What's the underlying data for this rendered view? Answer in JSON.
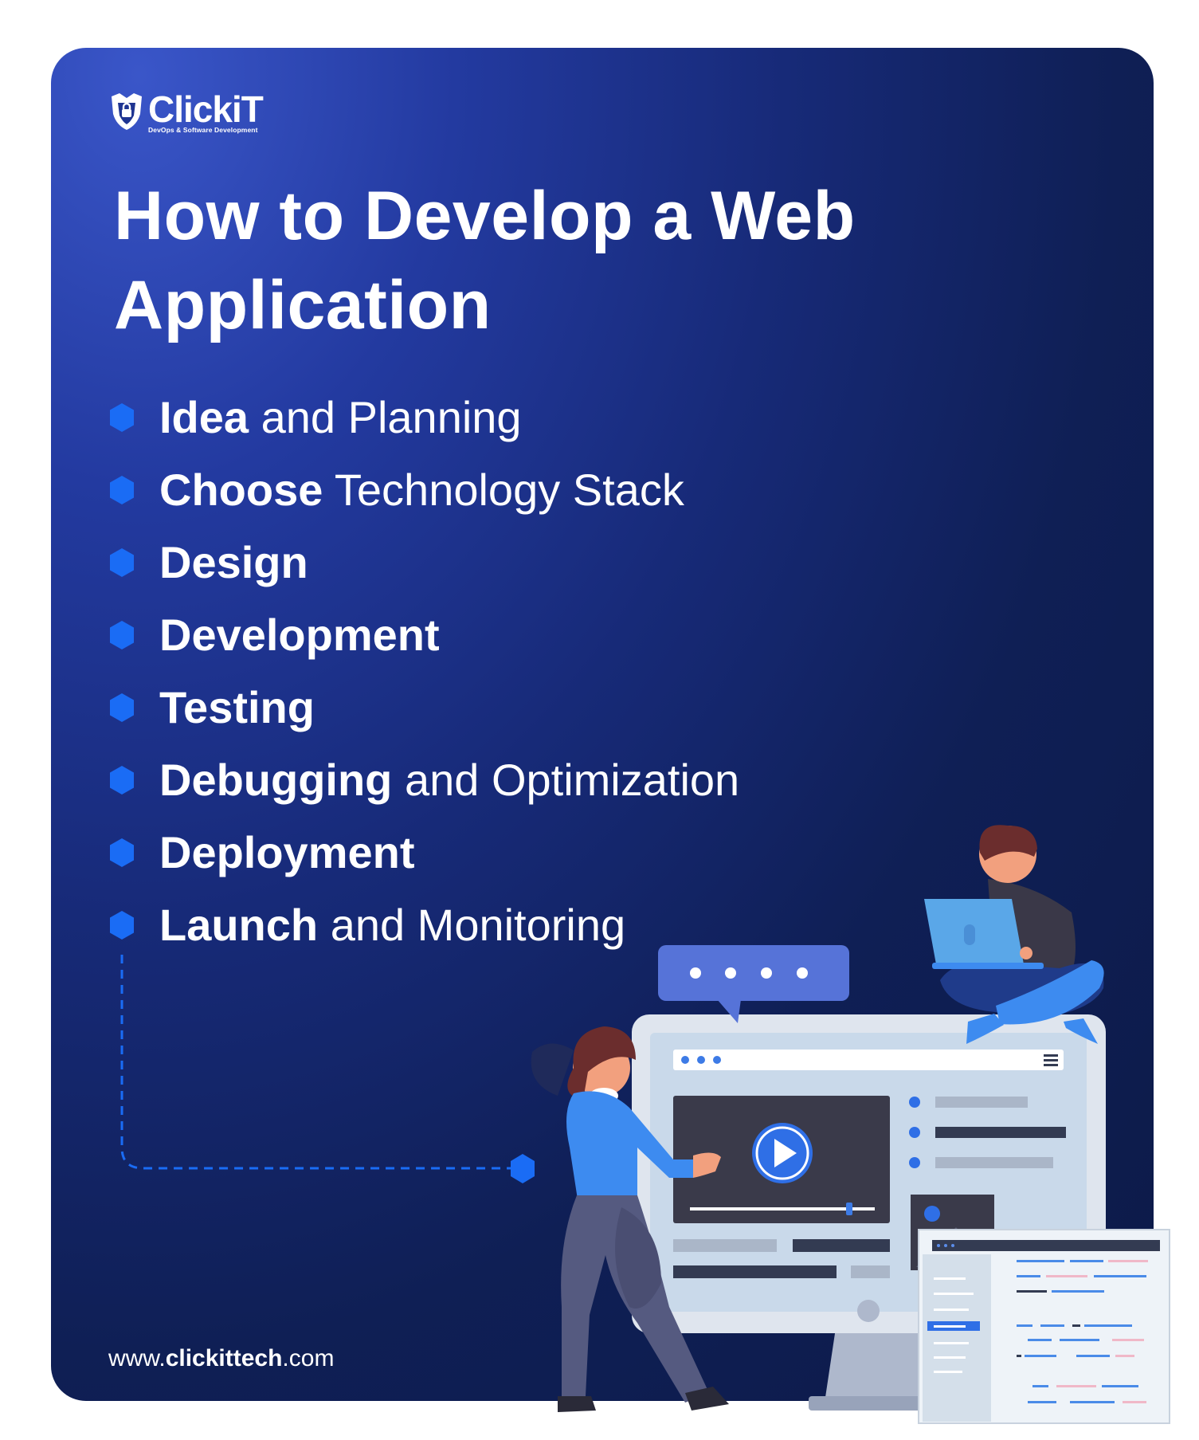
{
  "brand": {
    "name": "ClickiT",
    "tagline": "DevOps & Software Development"
  },
  "title": "How to Develop a Web Application",
  "steps": [
    {
      "bold": "Idea",
      "rest": "and Planning"
    },
    {
      "bold": "Choose",
      "rest": "Technology Stack"
    },
    {
      "bold": "Design",
      "rest": ""
    },
    {
      "bold": "Development",
      "rest": ""
    },
    {
      "bold": "Testing",
      "rest": ""
    },
    {
      "bold": "Debugging",
      "rest": "and Optimization"
    },
    {
      "bold": "Deployment",
      "rest": ""
    },
    {
      "bold": "Launch",
      "rest": "and Monitoring"
    }
  ],
  "url": {
    "prefix": "www.",
    "domain": "clickittech",
    "suffix": ".com"
  },
  "colors": {
    "card_dark": "#0c1a48",
    "card_light": "#3a56c9",
    "bullet": "#1a6cf5",
    "text": "#ffffff"
  },
  "icons": [
    "shield-logo-icon",
    "hexagon-bullet-icon",
    "play-icon",
    "chat-bubble-icon"
  ]
}
